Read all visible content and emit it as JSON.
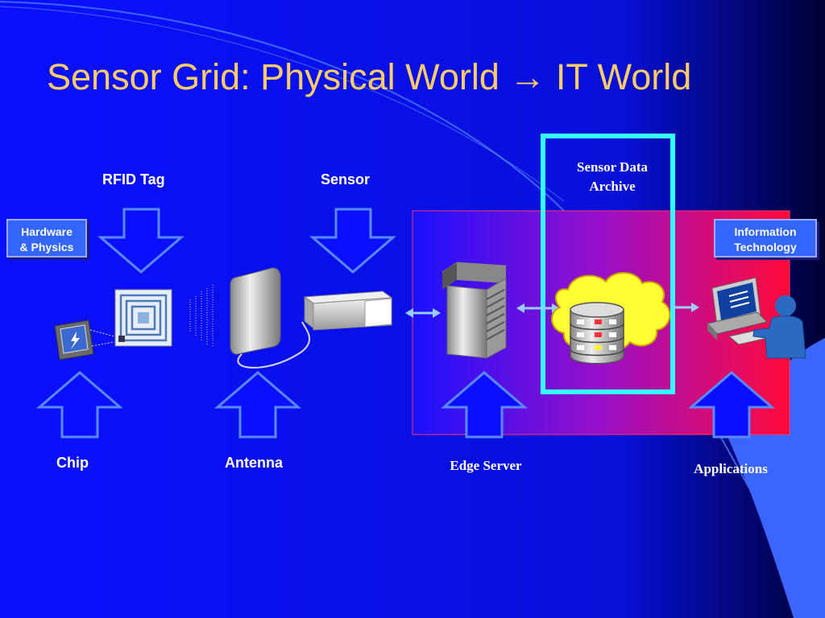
{
  "slide": {
    "title": "Sensor Grid: Physical World",
    "title_arrow": "→",
    "title_tail": "IT World"
  },
  "labels": {
    "rfid_tag": "RFID Tag",
    "sensor": "Sensor",
    "sensor_data_archive_line1": "Sensor Data",
    "sensor_data_archive_line2": "Archive",
    "chip": "Chip",
    "antenna": "Antenna",
    "edge_server": "Edge Server",
    "applications": "Applications"
  },
  "badges": {
    "hardware_line1": "Hardware",
    "hardware_line2": "& Physics",
    "it_line1": "Information",
    "it_line2": "Technology"
  },
  "colors": {
    "background": "#0a10ff",
    "title": "#ffcc66",
    "highlight_box": "#33ffff",
    "badge": "#3366ff",
    "cloud": "#ffff33"
  },
  "icons": [
    "rfid-tag-icon",
    "chip-icon",
    "antenna-icon",
    "sensor-icon",
    "server-icon",
    "database-icon",
    "cloud-icon",
    "computer-user-icon"
  ]
}
